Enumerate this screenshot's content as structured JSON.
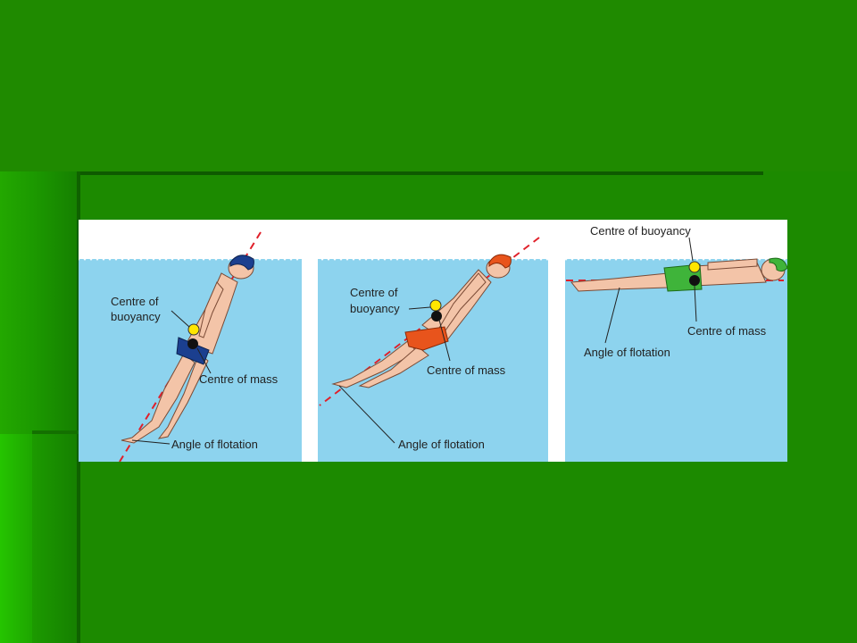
{
  "panels": [
    {
      "centre_of_buoyancy_line1": "Centre of",
      "centre_of_buoyancy_line2": "buoyancy",
      "centre_of_mass": "Centre of mass",
      "angle_of_flotation": "Angle of flotation",
      "cap_color": "#1b3f8f",
      "trunks_color": "#1b3f8f"
    },
    {
      "centre_of_buoyancy_line1": "Centre of",
      "centre_of_buoyancy_line2": "buoyancy",
      "centre_of_mass": "Centre of mass",
      "angle_of_flotation": "Angle of flotation",
      "cap_color": "#e8541c",
      "trunks_color": "#e8541c"
    },
    {
      "centre_of_buoyancy": "Centre of buoyancy",
      "centre_of_mass": "Centre of mass",
      "angle_of_flotation": "Angle of flotation",
      "cap_color": "#3fb43a",
      "trunks_color": "#3fb43a"
    }
  ],
  "colors": {
    "water": "#8dd3ee",
    "sky": "#ffffff",
    "buoyancy_dot": "#ffe600",
    "mass_dot": "#111111",
    "axis_line": "#e0202a",
    "skin": "#f3c4a8"
  }
}
